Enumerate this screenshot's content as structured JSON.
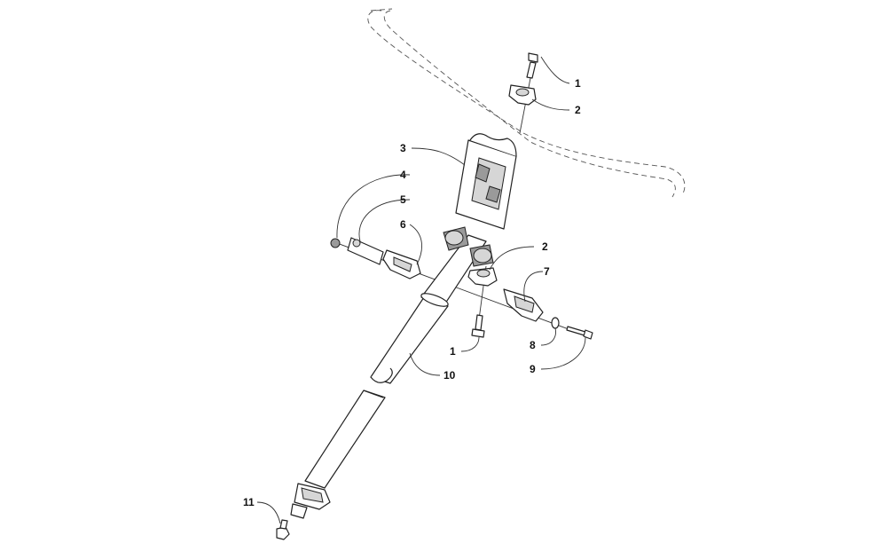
{
  "callouts": [
    {
      "id": "c1a",
      "label": "1"
    },
    {
      "id": "c2a",
      "label": "2"
    },
    {
      "id": "c3",
      "label": "3"
    },
    {
      "id": "c4",
      "label": "4"
    },
    {
      "id": "c5",
      "label": "5"
    },
    {
      "id": "c6",
      "label": "6"
    },
    {
      "id": "c2b",
      "label": "2"
    },
    {
      "id": "c7",
      "label": "7"
    },
    {
      "id": "c1b",
      "label": "1"
    },
    {
      "id": "c8",
      "label": "8"
    },
    {
      "id": "c9",
      "label": "9"
    },
    {
      "id": "c10",
      "label": "10"
    },
    {
      "id": "c11",
      "label": "11"
    }
  ]
}
